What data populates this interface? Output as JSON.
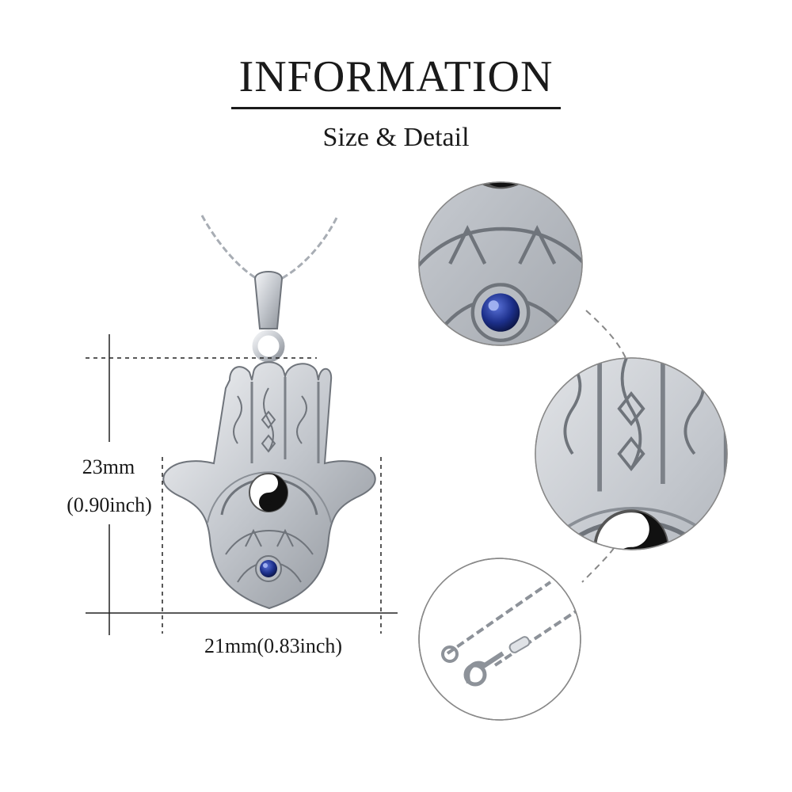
{
  "header": {
    "title": "INFORMATION",
    "subtitle": "Size & Detail"
  },
  "dimensions": {
    "height_mm": "23mm",
    "height_in": "(0.90inch)",
    "width": "21mm(0.83inch)"
  },
  "product": {
    "type": "hamsa-hand-pendant-necklace",
    "metal_color": "#c9ccd1",
    "enamel_color": "#111111",
    "gem_color": "#1c2f8a"
  },
  "detail_views": [
    "evil-eye-detail",
    "yin-yang-detail",
    "chain-clasp-detail"
  ]
}
